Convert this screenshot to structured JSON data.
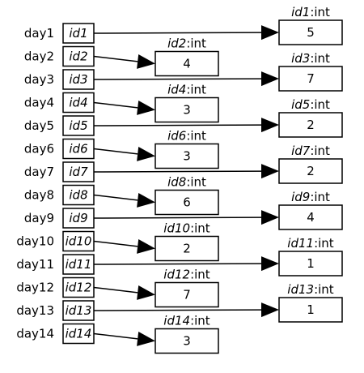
{
  "rows": [
    {
      "day": "day1",
      "id": "id1",
      "type_label_id": "id1",
      "type_label_suffix": ":int",
      "value": "5",
      "column": "right"
    },
    {
      "day": "day2",
      "id": "id2",
      "type_label_id": "id2",
      "type_label_suffix": ":int",
      "value": "4",
      "column": "middle"
    },
    {
      "day": "day3",
      "id": "id3",
      "type_label_id": "id3",
      "type_label_suffix": ":int",
      "value": "7",
      "column": "right"
    },
    {
      "day": "day4",
      "id": "id4",
      "type_label_id": "id4",
      "type_label_suffix": ":int",
      "value": "3",
      "column": "middle"
    },
    {
      "day": "day5",
      "id": "id5",
      "type_label_id": "id5",
      "type_label_suffix": ":int",
      "value": "2",
      "column": "right"
    },
    {
      "day": "day6",
      "id": "id6",
      "type_label_id": "id6",
      "type_label_suffix": ":int",
      "value": "3",
      "column": "middle"
    },
    {
      "day": "day7",
      "id": "id7",
      "type_label_id": "id7",
      "type_label_suffix": ":int",
      "value": "2",
      "column": "right"
    },
    {
      "day": "day8",
      "id": "id8",
      "type_label_id": "id8",
      "type_label_suffix": ":int",
      "value": "6",
      "column": "middle"
    },
    {
      "day": "day9",
      "id": "id9",
      "type_label_id": "id9",
      "type_label_suffix": ":int",
      "value": "4",
      "column": "right"
    },
    {
      "day": "day10",
      "id": "id10",
      "type_label_id": "id10",
      "type_label_suffix": ":int",
      "value": "2",
      "column": "middle"
    },
    {
      "day": "day11",
      "id": "id11",
      "type_label_id": "id11",
      "type_label_suffix": ":int",
      "value": "1",
      "column": "right"
    },
    {
      "day": "day12",
      "id": "id12",
      "type_label_id": "id12",
      "type_label_suffix": ":int",
      "value": "7",
      "column": "middle"
    },
    {
      "day": "day13",
      "id": "id13",
      "type_label_id": "id13",
      "type_label_suffix": ":int",
      "value": "1",
      "column": "right"
    },
    {
      "day": "day14",
      "id": "id14",
      "type_label_id": "id14",
      "type_label_suffix": ":int",
      "value": "3",
      "column": "middle"
    }
  ]
}
